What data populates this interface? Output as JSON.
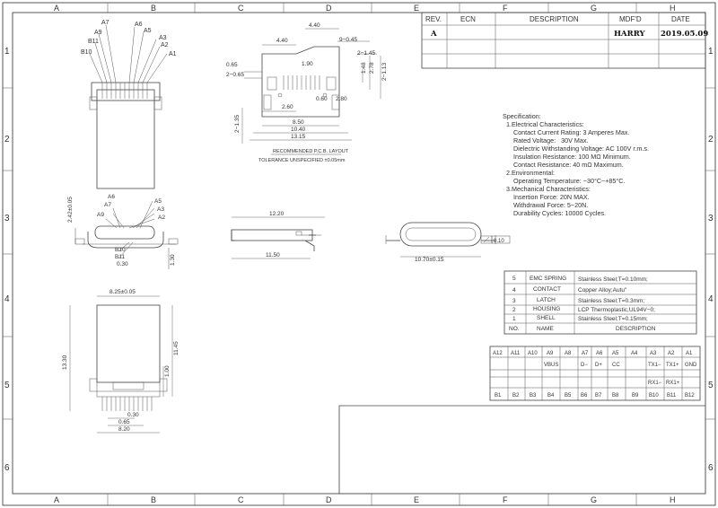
{
  "grid": {
    "cols": [
      "A",
      "B",
      "C",
      "D",
      "E",
      "F",
      "G",
      "H"
    ],
    "rows": [
      "1",
      "2",
      "3",
      "4",
      "5",
      "6"
    ]
  },
  "title_block": {
    "headers": [
      "REV.",
      "ECN",
      "DESCRIPTION",
      "MDF'D",
      "DATE"
    ],
    "row": {
      "rev": "A",
      "ecn": "",
      "description": "",
      "mdfd": "HARRY",
      "date": "2019.05.09"
    }
  },
  "pcb_layout": {
    "caption": "RECOMMENDED  P.C.B. LAYOUT",
    "tolerance": "TOLERANCE UNSPECIFIED ±0.05mm",
    "dims": {
      "d440a": "4.40",
      "d440b": "4.40",
      "d9x045": "9−0.45",
      "d2x145": "2−1.45",
      "d065": "0.65",
      "d2x065": "2−0.65",
      "d190": "1.90",
      "d148": "1.48",
      "d278": "2.78",
      "d2x113": "2−1.13",
      "d260": "2.60",
      "d850": "8.50",
      "d1040": "10.40",
      "d1315": "13.15",
      "d2x135": "2−1.35",
      "d060": "0.60",
      "d280": "2.80"
    }
  },
  "pin_labels_top": [
    "A7",
    "A6",
    "A9",
    "A5",
    "B11",
    "A3",
    "A2",
    "B10",
    "A1"
  ],
  "front_view": {
    "pins_top": [
      "A6",
      "A7",
      "A5",
      "A9",
      "A3",
      "A2"
    ],
    "pins_bottom": [
      "B10",
      "B11"
    ],
    "d242": "2.42±0.05",
    "d030": "0.30",
    "d130": "1.30"
  },
  "side_view": {
    "d1220": "12.20",
    "d1150": "11.50"
  },
  "end_view": {
    "d1070": "10.70±0.15",
    "flatness": "0.10"
  },
  "bottom_view": {
    "d825": "8.25±0.05",
    "d1330": "13.30",
    "d1145": "11.45",
    "d100": "1.00",
    "d030": "0.30",
    "d065": "0.65",
    "d820": "8.20"
  },
  "spec": {
    "lines": [
      "Specification:",
      "  1.Electrical Characteristics:",
      "      Contact Current Rating: 3 Amperes Max.",
      "      Rated Voltage:   30V Max.",
      "      Dielectric Withstanding Voltage: AC 100V r.m.s.",
      "      Insulation Resistance: 100 MΩ Minimum.",
      "      Contact Resistance: 40 mΩ Maximum.",
      "  2.Environmental:",
      "      Operating Temperature: −30°C~+85°C.",
      "  3.Mechanical Characteristics:",
      "      Insertion Force: 20N MAX.",
      "      Withdrawal Force: 5~20N.",
      "      Durability Cycles: 10000 Cycles."
    ]
  },
  "bom": {
    "rows": [
      {
        "no": "5",
        "name": "EMC SPRING",
        "desc": "Stainless Steel;T=0.10mm;"
      },
      {
        "no": "4",
        "name": "CONTACT",
        "desc": "Copper Alloy;Autu\""
      },
      {
        "no": "3",
        "name": "LATCH",
        "desc": "Stainless Steel;T=0.3mm;"
      },
      {
        "no": "2",
        "name": "HOUSING",
        "desc": "LCP Thermoplastic,UL94V−0;"
      },
      {
        "no": "1",
        "name": "SHELL",
        "desc": "Stainless Steel;T=0.15mm;"
      }
    ],
    "header": {
      "no": "NO.",
      "name": "NAME",
      "desc": "DESCRIPTION"
    }
  },
  "pinout": {
    "top": [
      "A12",
      "A11",
      "A10",
      "A9",
      "A8",
      "A7",
      "A6",
      "A5",
      "A4",
      "A3",
      "A2",
      "A1"
    ],
    "top_sig": [
      "",
      "",
      "",
      "VBUS",
      "",
      "D−",
      "D+",
      "CC",
      "",
      "TX1−",
      "TX1+",
      "GND"
    ],
    "bottom_sig": [
      "",
      "",
      "",
      "",
      "",
      "",
      "",
      "",
      "",
      "RX1−",
      "RX1+",
      ""
    ],
    "bottom": [
      "B1",
      "B2",
      "B3",
      "B4",
      "B5",
      "B6",
      "B7",
      "B8",
      "B9",
      "B10",
      "B11",
      "B12"
    ]
  }
}
